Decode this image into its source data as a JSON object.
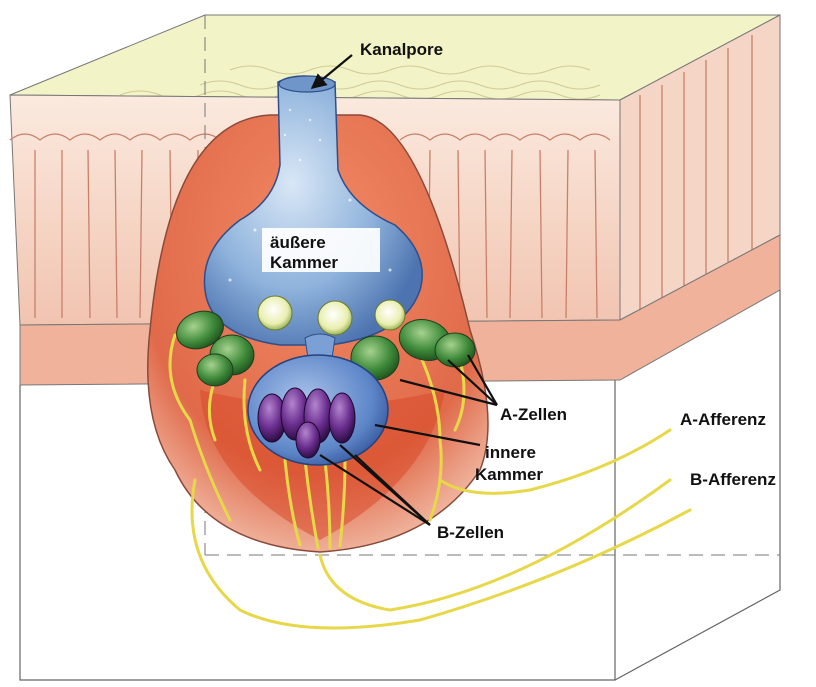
{
  "labels": {
    "canal_pore": "Kanalpore",
    "outer_chamber_line1": "äußere",
    "outer_chamber_line2": "Kammer",
    "a_cells": "A-Zellen",
    "a_afferent": "A-Afferenz",
    "inner_chamber_line1": "innere",
    "inner_chamber_line2": "Kammer",
    "b_afferent": "B-Afferenz",
    "b_cells": "B-Zellen"
  },
  "colors": {
    "skin_top": "#f2f3c6",
    "epidermis": "#f6d8c8",
    "dermis": "#e06a4a",
    "outer_chamber": "#8fb3dc",
    "inner_chamber": "#5d86c8",
    "a_cells": "#3f8a3a",
    "b_cells": "#6a2d8e",
    "nerves": "#e7d84a",
    "outline": "#4a4a4a"
  }
}
